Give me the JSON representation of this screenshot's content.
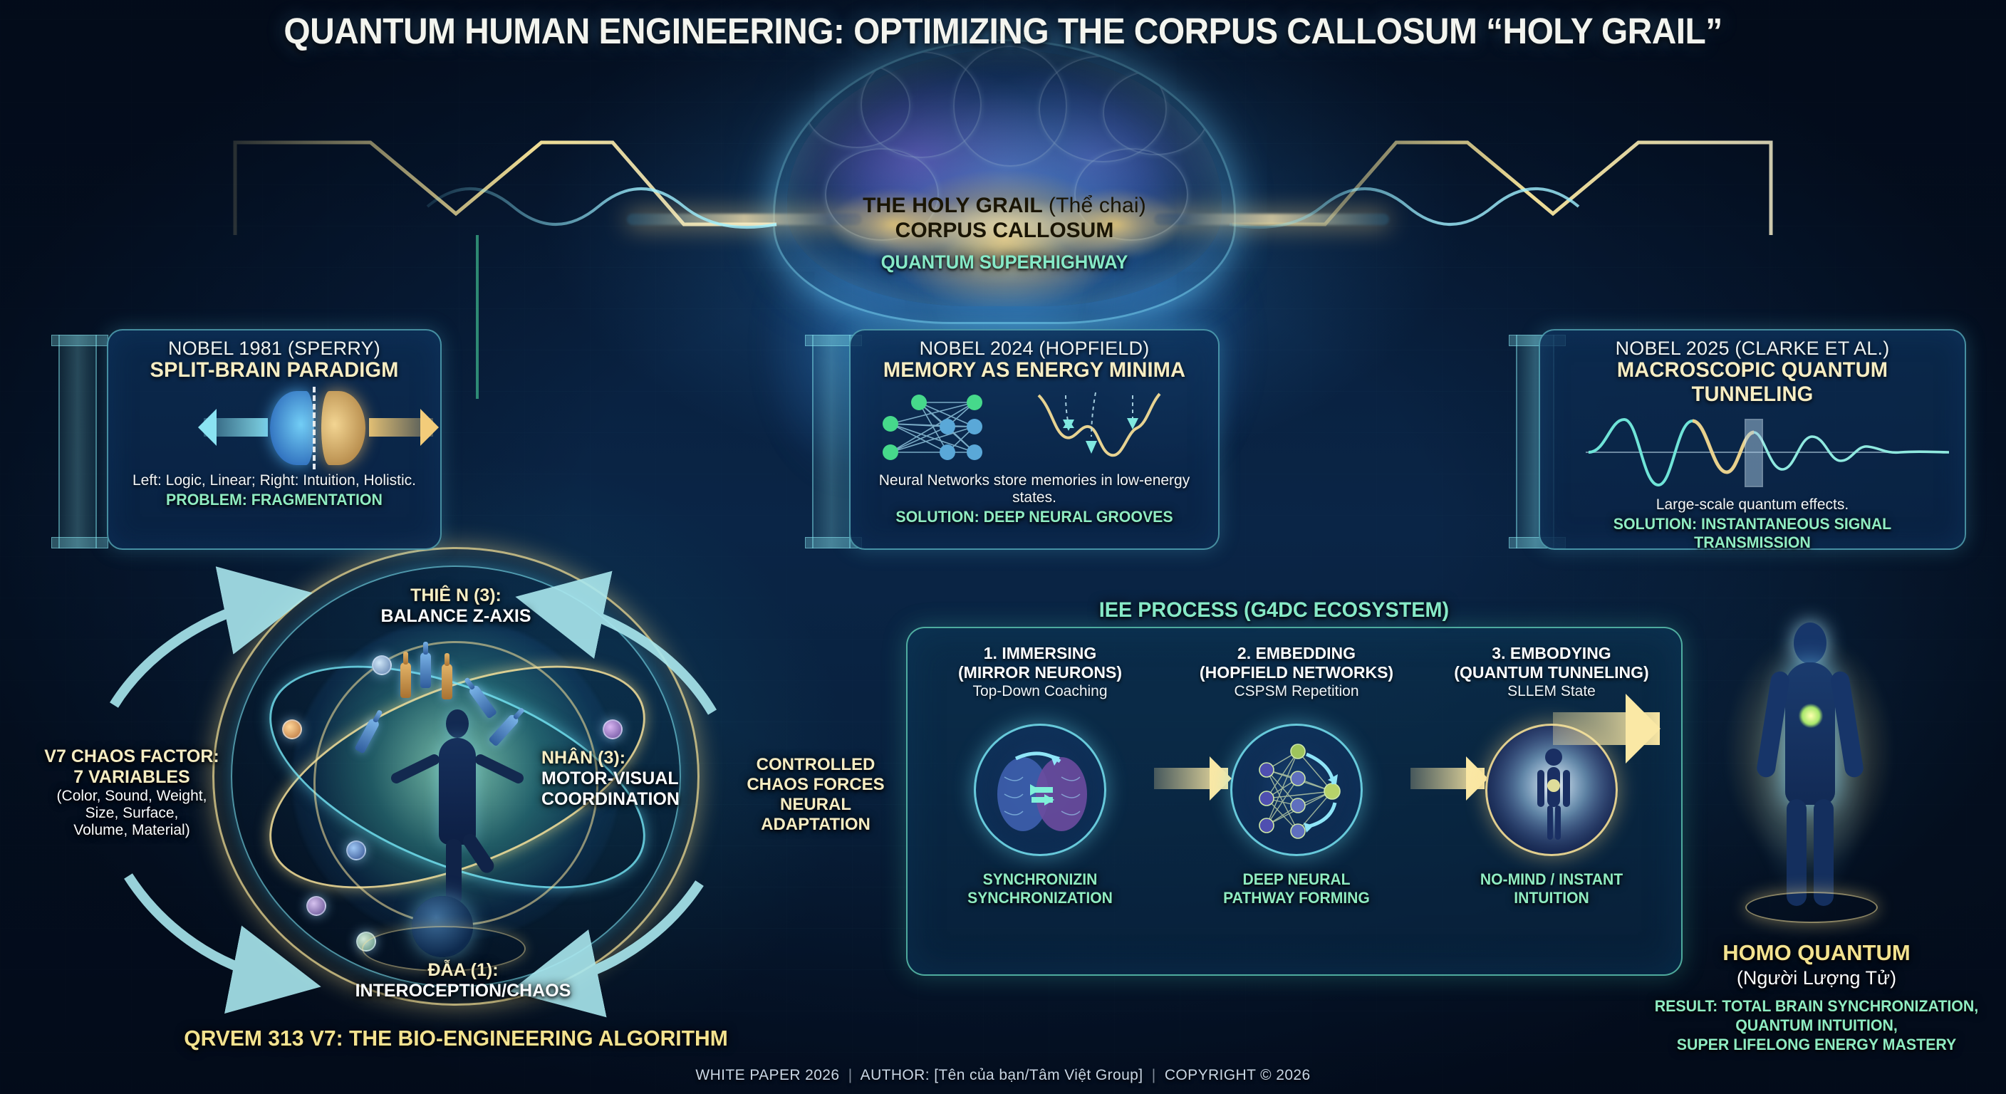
{
  "title": "QUANTUM HUMAN ENGINEERING: OPTIMIZING THE CORPUS CALLOSUM “HOLY GRAIL”",
  "center": {
    "grail_line1_main": "THE HOLY GRAIL ",
    "grail_line1_paren": "(Thể chai)",
    "grail_line2": "CORPUS CALLOSUM",
    "grail_tagline": "QUANTUM SUPERHIGHWAY"
  },
  "nobel_cards": [
    {
      "header": "NOBEL 1981 (SPERRY)",
      "subtitle": "SPLIT-BRAIN PARADIGM",
      "note": "Left: Logic, Linear; Right: Intuition, Holistic.",
      "verdict": "PROBLEM: FRAGMENTATION",
      "art": "split-brain-hemispheres"
    },
    {
      "header": "NOBEL 2024 (HOPFIELD)",
      "subtitle": "MEMORY AS ENERGY MINIMA",
      "note": "Neural Networks store memories in low-energy states.",
      "verdict": "SOLUTION: DEEP NEURAL GROOVES",
      "art": "hopfield-network-energy-well"
    },
    {
      "header": "NOBEL 2025 (CLARKE ET AL.)",
      "subtitle": "MACROSCOPIC QUANTUM TUNNELING",
      "note": "Large-scale quantum effects.",
      "verdict": "SOLUTION: INSTANTANEOUS SIGNAL TRANSMISSION",
      "art": "quantum-tunneling-wavefunction"
    }
  ],
  "qrvem": {
    "chaos_title_line1": "V7 CHAOS FACTOR:",
    "chaos_title_line2": "7 VARIABLES",
    "chaos_vars_line1": "(Color, Sound, Weight,",
    "chaos_vars_line2": "Size, Surface,",
    "chaos_vars_line3": "Volume, Material)",
    "thien_line1": "THIÊ N (3):",
    "thien_line2": "BALANCE Z-AXIS",
    "nhan_line1": "NHÂN (3):",
    "nhan_line2": "MOTOR-VISUAL",
    "nhan_line3": "COORDINATION",
    "dia_line1": "ĐẪA (1):",
    "dia_line2": "INTEROCEPTION/CHAOS",
    "chaos_forces_line1": "CONTROLLED",
    "chaos_forces_line2": "CHAOS FORCES",
    "chaos_forces_line3": "NEURAL",
    "chaos_forces_line4": "ADAPTATION",
    "caption": "QRVEM 313 V7: THE BIO-ENGINEERING ALGORITHM"
  },
  "iee": {
    "title": "IEE PROCESS (G4DC ECOSYSTEM)",
    "steps": [
      {
        "heading": "1. IMMERSING",
        "paren": "(MIRROR NEURONS)",
        "detail": "Top-Down Coaching",
        "caption_line1": "SYNCHRONIZIN",
        "caption_line2": "SYNCHRONIZATION",
        "icon": "dual-brain-sync-icon"
      },
      {
        "heading": "2. EMBEDDING",
        "paren": "(HOPFIELD NETWORKS)",
        "detail": "CSPSM Repetition",
        "caption_line1": "DEEP NEURAL",
        "caption_line2": "PATHWAY FORMING",
        "icon": "neural-network-icon"
      },
      {
        "heading": "3. EMBODYING",
        "paren": "(QUANTUM TUNNELING)",
        "detail": "SLLEM State",
        "caption_line1": "NO-MIND / INSTANT",
        "caption_line2": "INTUITION",
        "icon": "glowing-human-figure-icon"
      }
    ]
  },
  "homo_quantum": {
    "title": "HOMO QUANTUM",
    "subtitle": "(Người Lượng Tử)",
    "result_line1": "RESULT: TOTAL BRAIN SYNCHRONIZATION,",
    "result_line2": "QUANTUM INTUITION,",
    "result_line3": "SUPER LIFELONG ENERGY MASTERY"
  },
  "footer": {
    "white_paper": "WHITE PAPER 2026",
    "author": "AUTHOR: [Tên của bạn/Tâm Việt Group]",
    "copyright": "COPYRIGHT © 2026",
    "separator": "|"
  },
  "colors": {
    "gold": "#f6edc3",
    "mint": "#8fecc2",
    "cyan": "#7ae3f2",
    "panel_border": "#6ee6c8",
    "bg_deep": "#06172f"
  }
}
